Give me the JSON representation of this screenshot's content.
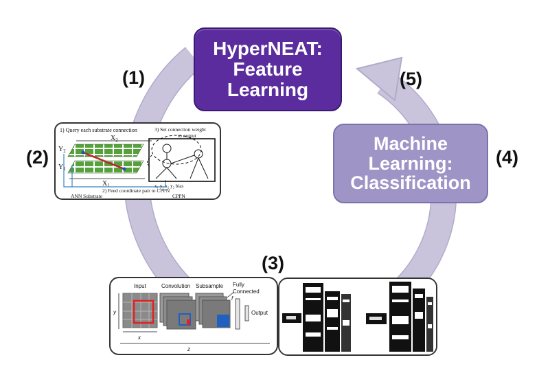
{
  "colors": {
    "cycle_arrow": "#c9c4dc",
    "cycle_arrow_edge": "#b1abca",
    "hyperneat_fill": "#5b2c9e",
    "hyperneat_border": "#3a1a72",
    "ml_fill": "#9e95c6",
    "ml_border": "#7d73ab",
    "substrate_green": "#55a13b",
    "cnn_red": "#e32020",
    "cnn_blue": "#2060c0"
  },
  "steps": {
    "s1": "(1)",
    "s2": "(2)",
    "s3": "(3)",
    "s4": "(4)",
    "s5": "(5)"
  },
  "hyperneat_box": {
    "line1": "HyperNEAT:",
    "line2": "Feature",
    "line3": "Learning"
  },
  "ml_box": {
    "line1": "Machine",
    "line2": "Learning:",
    "line3": "Classification"
  },
  "substrate_panel": {
    "query": "1) Query each substrate connection",
    "set_weight_1": "3) Set connection weight",
    "set_weight_2": "to output",
    "x2": "X",
    "x2_sub": "2",
    "y2": "Y",
    "y2_sub": "2",
    "y1": "Y",
    "y1_sub": "1",
    "x1": "X",
    "x1_sub": "1",
    "inputs": "x₁ y₁ x₂ y₂ bias",
    "feed": "2) Feed coordinate pair to CPPN",
    "ann_label": "ANN Substrate",
    "cppn_label": "CPPN"
  },
  "cnn_panel": {
    "input": "Input",
    "convolution": "Convolution",
    "subsample": "Subsample",
    "fully": "Fully",
    "connected": "Connected",
    "output": "Output",
    "f_label": "f",
    "y_label": "y",
    "x_label": "x",
    "z_label": "z"
  }
}
